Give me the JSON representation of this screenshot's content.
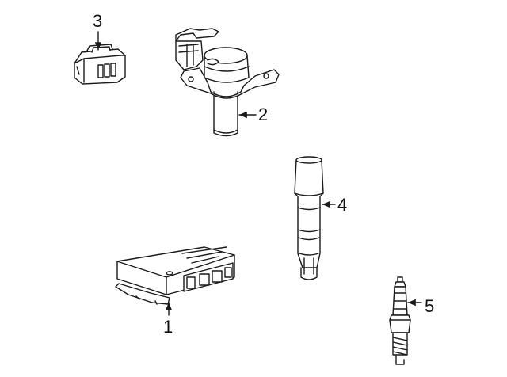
{
  "callouts": {
    "ecu": "1",
    "ignition_coil": "2",
    "connector": "3",
    "plug_boot": "4",
    "spark_plug": "5"
  },
  "colors": {
    "line": "#1a1a1a",
    "fill": "#ffffff",
    "background": "#ffffff"
  }
}
